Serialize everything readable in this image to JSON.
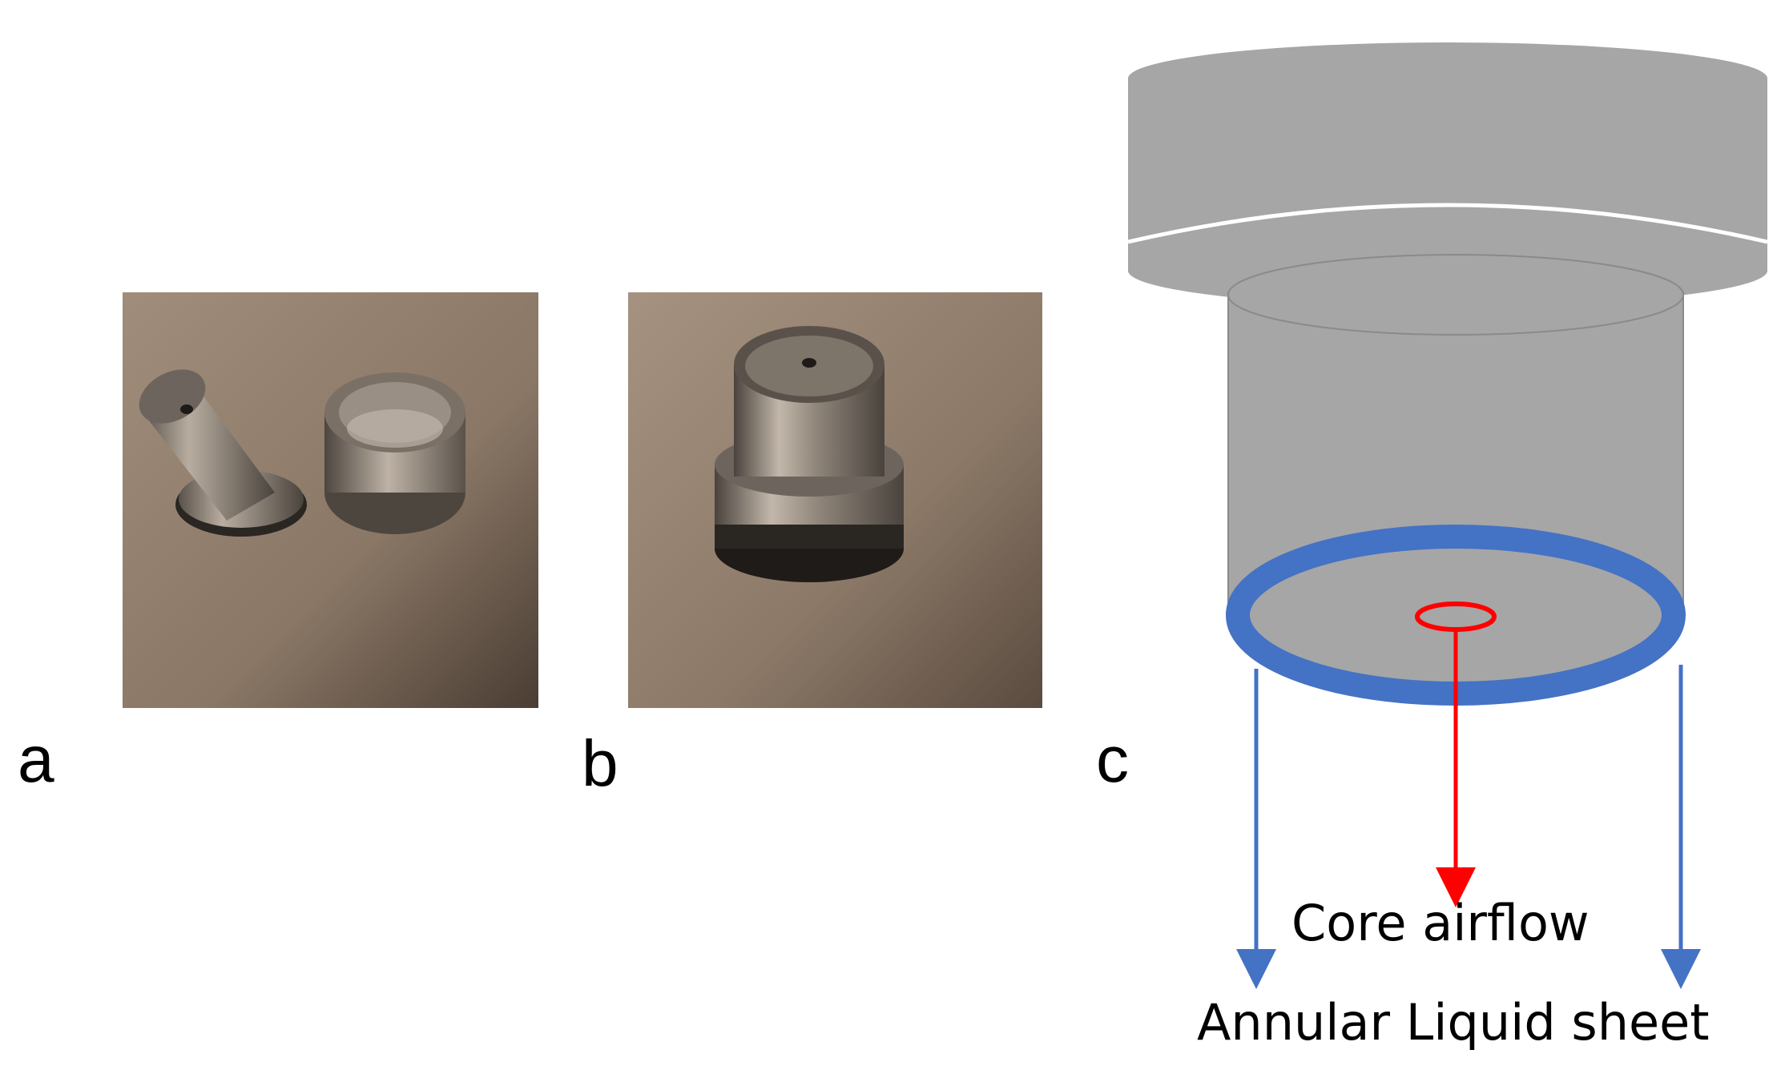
{
  "panels": {
    "a": {
      "label": "a"
    },
    "b": {
      "label": "b"
    },
    "c": {
      "label": "c"
    }
  },
  "diagram": {
    "core_airflow_label": "Core airflow",
    "annular_sheet_label": "Annular Liquid sheet"
  },
  "colors": {
    "body_gray": "#a6a6a6",
    "cap_gray": "#a6a6a6",
    "annulus_blue": "#4472c4",
    "core_red": "#ff0000",
    "photo_background": "#8c7a6b"
  }
}
